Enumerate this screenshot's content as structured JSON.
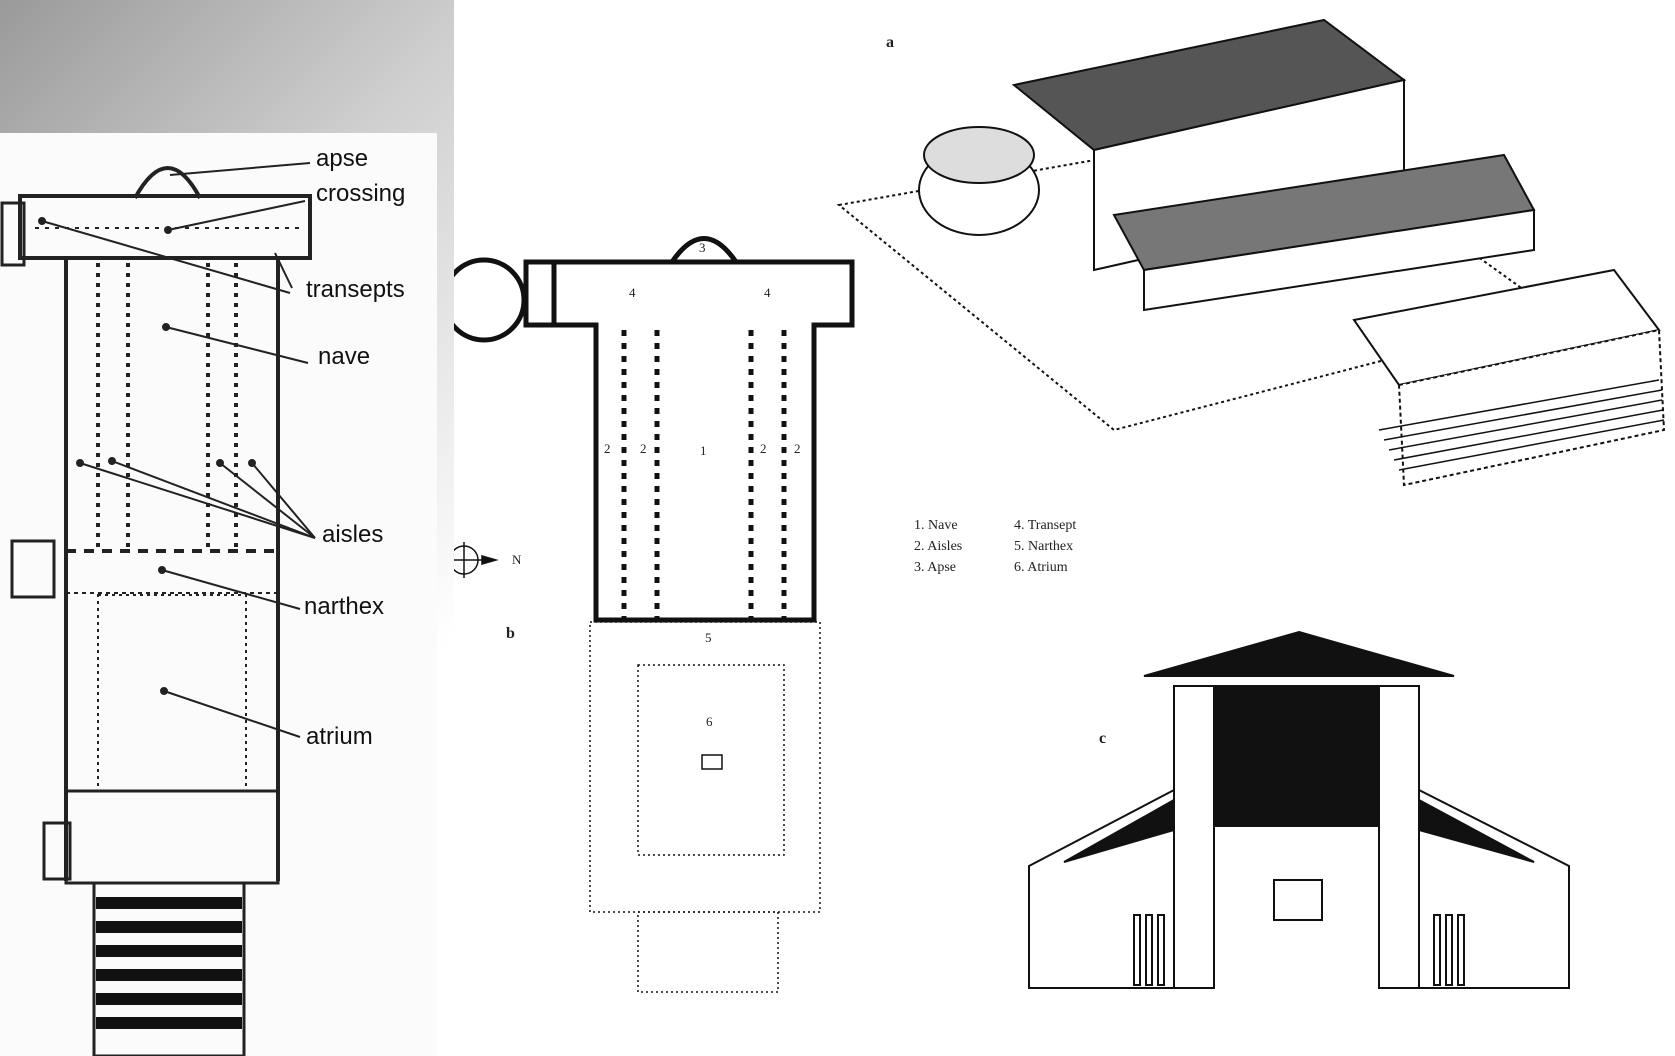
{
  "left_plan": {
    "labels": {
      "apse": "apse",
      "crossing": "crossing",
      "transepts": "transepts",
      "nave": "nave",
      "aisles": "aisles",
      "narthex": "narthex",
      "atrium": "atrium"
    }
  },
  "right_plates": {
    "letters": {
      "a": "a",
      "b": "b",
      "c": "c"
    },
    "plan_numbers": {
      "apse": "3",
      "transept_left": "4",
      "transept_right": "4",
      "nave": "1",
      "aisle_1": "2",
      "aisle_2": "2",
      "aisle_3": "2",
      "aisle_4": "2",
      "narthex": "5",
      "atrium": "6"
    },
    "compass_label": "N",
    "legend": {
      "col1": [
        "1.  Nave",
        "2.  Aisles",
        "3.  Apse"
      ],
      "col2": [
        "4.  Transept",
        "5.  Narthex",
        "6.  Atrium"
      ]
    }
  },
  "colors": {
    "ink": "#111111",
    "paper": "#ffffff",
    "left_paper": "#fbfbfb",
    "corner_gray": "#9a9a9a"
  }
}
